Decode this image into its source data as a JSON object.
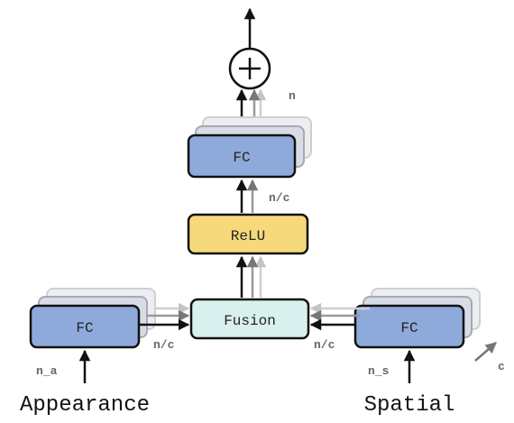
{
  "diagram": {
    "boxes": {
      "fc_top": "FC",
      "relu": "ReLU",
      "fusion": "Fusion",
      "fc_left": "FC",
      "fc_right": "FC"
    },
    "sum_symbol": "+",
    "labels": {
      "n_top": "n",
      "nc_mid": "n/c",
      "nc_left": "n/c",
      "nc_right": "n/c",
      "n_a": "n_a",
      "n_s": "n_s",
      "c": "c"
    },
    "inputs": {
      "appearance": "Appearance",
      "spatial": "Spatial"
    },
    "colors": {
      "fc_fill": "#8eaadb",
      "relu_fill": "#f5d97a",
      "fusion_fill": "#d8f0ee",
      "shadow_fill": "#eceef2",
      "shadow_stroke": "#c7c7c7"
    }
  }
}
